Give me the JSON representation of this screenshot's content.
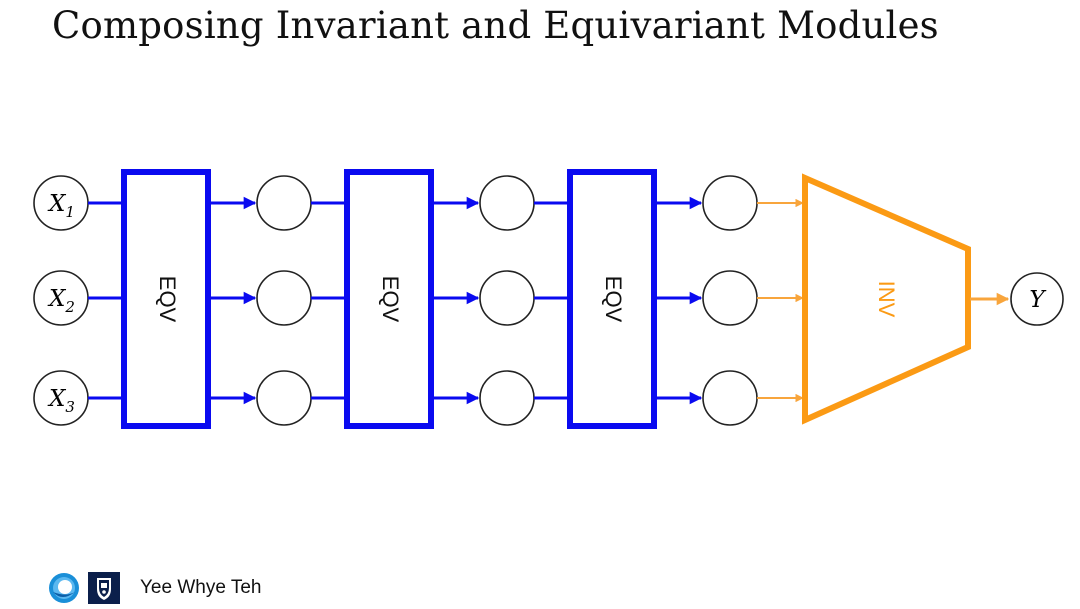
{
  "slide": {
    "title": "Composing Invariant and Equivariant Modules"
  },
  "diagram": {
    "inputs": [
      {
        "var": "X",
        "sub": "1"
      },
      {
        "var": "X",
        "sub": "2"
      },
      {
        "var": "X",
        "sub": "3"
      }
    ],
    "modules": [
      {
        "label": "EQV",
        "type": "equivariant"
      },
      {
        "label": "EQV",
        "type": "equivariant"
      },
      {
        "label": "EQV",
        "type": "equivariant"
      },
      {
        "label": "INV",
        "type": "invariant"
      }
    ],
    "output": {
      "var": "Y"
    },
    "colors": {
      "equivariant": "#0a0af0",
      "invariant": "#fb9a14",
      "invariant_arrow": "#f8a53c"
    }
  },
  "footer": {
    "author": "Yee Whye Teh",
    "logos": [
      "deepmind-logo",
      "oxford-crest-logo"
    ]
  }
}
